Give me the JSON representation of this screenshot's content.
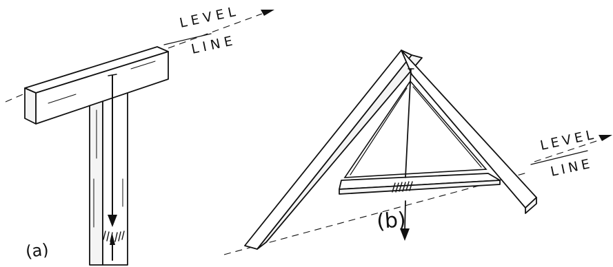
{
  "figure": {
    "label_a": "(a)",
    "label_b": "(b)",
    "level_line_a": {
      "line1": "LEVEL",
      "line2": "LINE"
    },
    "level_line_b": {
      "line1": "LEVEL",
      "line2": "LINE"
    }
  }
}
